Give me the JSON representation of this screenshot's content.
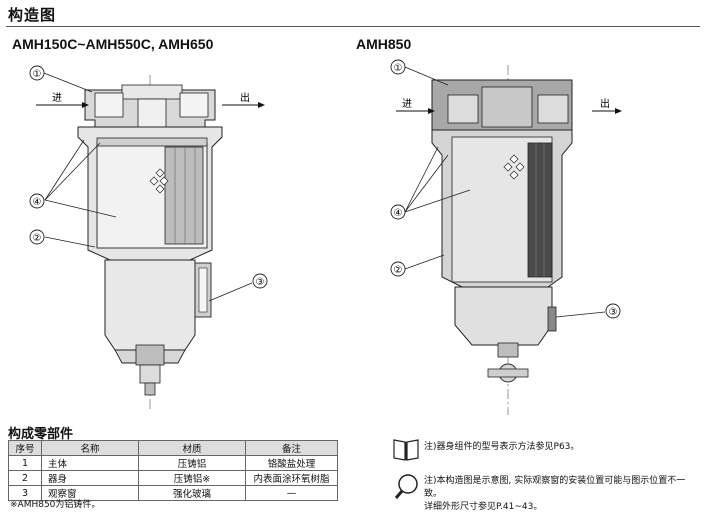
{
  "header": {
    "title": "构造图"
  },
  "left_diagram": {
    "model": "AMH150C~AMH550C, AMH650",
    "inlet": "进",
    "outlet": "出",
    "callouts": [
      "①",
      "②",
      "③",
      "④"
    ]
  },
  "right_diagram": {
    "model": "AMH850",
    "inlet": "进",
    "outlet": "出",
    "callouts": [
      "①",
      "②",
      "③",
      "④"
    ]
  },
  "parts": {
    "title": "构成零部件",
    "headers": [
      "序号",
      "名称",
      "材质",
      "备注"
    ],
    "rows": [
      {
        "no": "1",
        "name": "主体",
        "material": "压铸铝",
        "remark": "铬酸盐处理"
      },
      {
        "no": "2",
        "name": "器身",
        "material": "压铸铝※",
        "remark": "内表面涂环氧树脂"
      },
      {
        "no": "3",
        "name": "观察窗",
        "material": "强化玻璃",
        "remark": "—"
      }
    ],
    "footnote": "※AMH850为铝铸件。"
  },
  "notes": {
    "note1": "注)器身组件的型号表示方法参见P63。",
    "note2_line1": "注)本构造图是示意图, 实际观察窗的安装位置可能与图示位置不一致。",
    "note2_line2": "详细外形尺寸参见P.41~43。"
  },
  "icons": [
    "book-icon",
    "magnifier-icon"
  ]
}
